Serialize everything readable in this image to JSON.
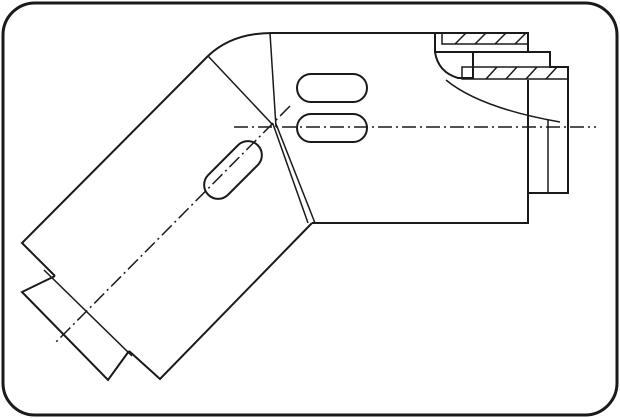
{
  "drawing": {
    "type": "technical-line-drawing",
    "subject": "angled-pipe-elbow-fitting",
    "style": "monochrome-outline",
    "colors": {
      "background": "#ffffff",
      "line": "#1a1a1a"
    },
    "features": {
      "slots": 3,
      "centerlines": 2,
      "hatched_sections": 2
    }
  }
}
